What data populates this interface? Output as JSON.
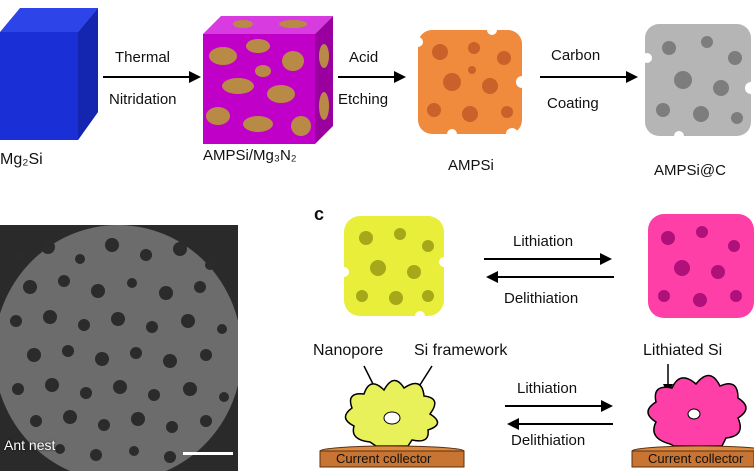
{
  "top_row": {
    "mg2si_label": "Mg₂Si",
    "step1_top": "Thermal",
    "step1_bottom": "Nitridation",
    "ampsi_mg3n2_label": "AMPSi/Mg₃N₂",
    "step2_top": "Acid",
    "step2_bottom": "Etching",
    "ampsi_label": "AMPSi",
    "step3_top": "Carbon",
    "step3_bottom": "Coating",
    "ampsi_c_label": "AMPSi@C"
  },
  "panel_b": {
    "photo_label": "Ant nest"
  },
  "panel_c": {
    "letter": "c",
    "arrow_top_forward": "Lithiation",
    "arrow_top_backward": "Delithiation",
    "nanopore_label": "Nanopore",
    "si_framework_label": "Si framework",
    "lithiated_si_label": "Lithiated Si",
    "arrow_bottom_forward": "Lithiation",
    "arrow_bottom_backward": "Delithiation",
    "current_collector_left": "Current collector",
    "current_collector_right": "Current collector"
  },
  "colors": {
    "mg2si_blue": "#1a2fd6",
    "magenta": "#c000c8",
    "bronze": "#b98a45",
    "orange": "#f08a3c",
    "gray": "#b5b5b5",
    "yellow": "#e8ee3a",
    "pink": "#ff3fa8",
    "collector": "#c87432"
  }
}
